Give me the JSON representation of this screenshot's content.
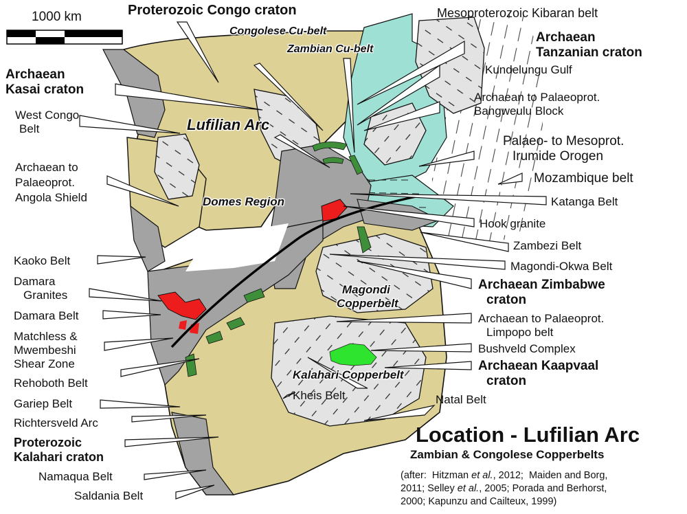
{
  "title": "Location - Lufilian Arc",
  "subtitle": "Zambian & Congolese Copperbelts",
  "citation": {
    "line1_pre": "(after:  Hitzman ",
    "line1_em": "et al.",
    "line1_post": ", 2012;  Maiden and Borg,",
    "line2_pre": "2011; Selley ",
    "line2_em": "et al.",
    "line2_post": ", 2005; Porada and Berhorst,",
    "line3": "2000; Kapunzu and Cailteux, 1999)"
  },
  "scale_bar": {
    "label": "1000 km"
  },
  "colors": {
    "craton_tan": "#ddd195",
    "archaean_grey_light": "#e3e3e3",
    "belt_grey": "#a3a3a3",
    "kibaran_cyan": "#9fe0d4",
    "granite_red": "#ee1d1d",
    "copperbelt_green": "#3f8f3a",
    "bushveld_green": "#2ee42e"
  },
  "map_labels": {
    "lufilian_arc": "Lufilian Arc",
    "domes_region": "Domes Region",
    "congolese_cu_belt": "Congolese Cu-belt",
    "zambian_cu_belt": "Zambian Cu-belt",
    "magondi_copperbelt_1": "Magondi",
    "magondi_copperbelt_2": "Copperbelt",
    "kalahari_copperbelt": "Kalahari Copperbelt",
    "kheis_belt": "Kheis Belt",
    "natal_belt": "Natal Belt"
  },
  "left_labels": {
    "congo_craton": "Proterozoic Congo craton",
    "kasai_1": "Archaean",
    "kasai_2": "Kasai craton",
    "west_congo_1": "West Congo",
    "west_congo_2": "Belt",
    "angola_1": "Archaean to",
    "angola_2": "Palaeoprot.",
    "angola_3": "Angola Shield",
    "kaoko": "Kaoko Belt",
    "damara_granites_1": "Damara",
    "damara_granites_2": "Granites",
    "damara_belt": "Damara Belt",
    "matchless_1": "Matchless &",
    "matchless_2": "Mwembeshi",
    "matchless_3": "Shear Zone",
    "rehoboth": "Rehoboth Belt",
    "gariep": "Gariep Belt",
    "richtersveld": "Richtersveld Arc",
    "kalahari_craton_1": "Proterozoic",
    "kalahari_craton_2": "Kalahari craton",
    "namaqua": "Namaqua Belt",
    "saldania": "Saldania Belt"
  },
  "right_labels": {
    "kibaran": "Mesoproterozoic Kibaran belt",
    "tanzanian_1": "Archaean",
    "tanzanian_2": "Tanzanian craton",
    "kundelungu": "Kundelungu Gulf",
    "bangweulu_1": "Archaean to Palaeoprot.",
    "bangweulu_2": "Bangweulu Block",
    "irumide_1": "Palaeo- to Mesoprot.",
    "irumide_2": "Irumide Orogen",
    "mozambique": "Mozambique belt",
    "katanga": "Katanga Belt",
    "hook": "Hook granite",
    "zambezi": "Zambezi Belt",
    "magondi_okwa": "Magondi-Okwa Belt",
    "zimbabwe_1": "Archaean Zimbabwe",
    "zimbabwe_2": "craton",
    "limpopo_1": "Archaean to Palaeoprot.",
    "limpopo_2": "Limpopo belt",
    "bushveld": "Bushveld Complex",
    "kaapvaal_1": "Archaean Kaapvaal",
    "kaapvaal_2": "craton"
  }
}
